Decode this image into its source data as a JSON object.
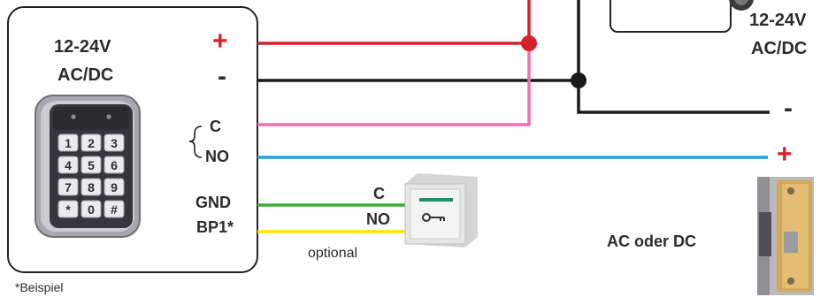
{
  "reader": {
    "voltage": "12-24V",
    "current_type": "AC/DC",
    "keypad_keys": [
      "1",
      "2",
      "3",
      "4",
      "5",
      "6",
      "7",
      "8",
      "9",
      "*",
      "0",
      "#"
    ]
  },
  "terminals": {
    "plus": "+",
    "minus": "-",
    "c": "C",
    "no": "NO",
    "gnd": "GND",
    "bp1": "BP1*"
  },
  "exit_button": {
    "c": "C",
    "no": "NO",
    "optional_note": "optional"
  },
  "power_supply": {
    "voltage": "12-24V",
    "current_type": "AC/DC",
    "minus": "-"
  },
  "door_strike": {
    "plus": "+",
    "label": "AC oder DC"
  },
  "footnote": "*Beispiel",
  "colors": {
    "wire_plus": "#d4202a",
    "wire_minus": "#1a1a1a",
    "wire_c": "#ee6fb0",
    "wire_no": "#1fa2e0",
    "wire_gnd": "#3aac3a",
    "wire_bp1": "#ffe600"
  }
}
